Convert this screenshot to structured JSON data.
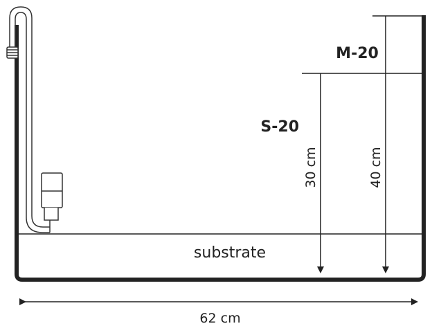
{
  "labels": {
    "m20": "M-20",
    "s20": "S-20",
    "substrate": "substrate",
    "dim_30": "30 cm",
    "dim_40": "40 cm",
    "dim_62": "62 cm"
  },
  "colors": {
    "ink": "#222222",
    "background": "#ffffff"
  }
}
